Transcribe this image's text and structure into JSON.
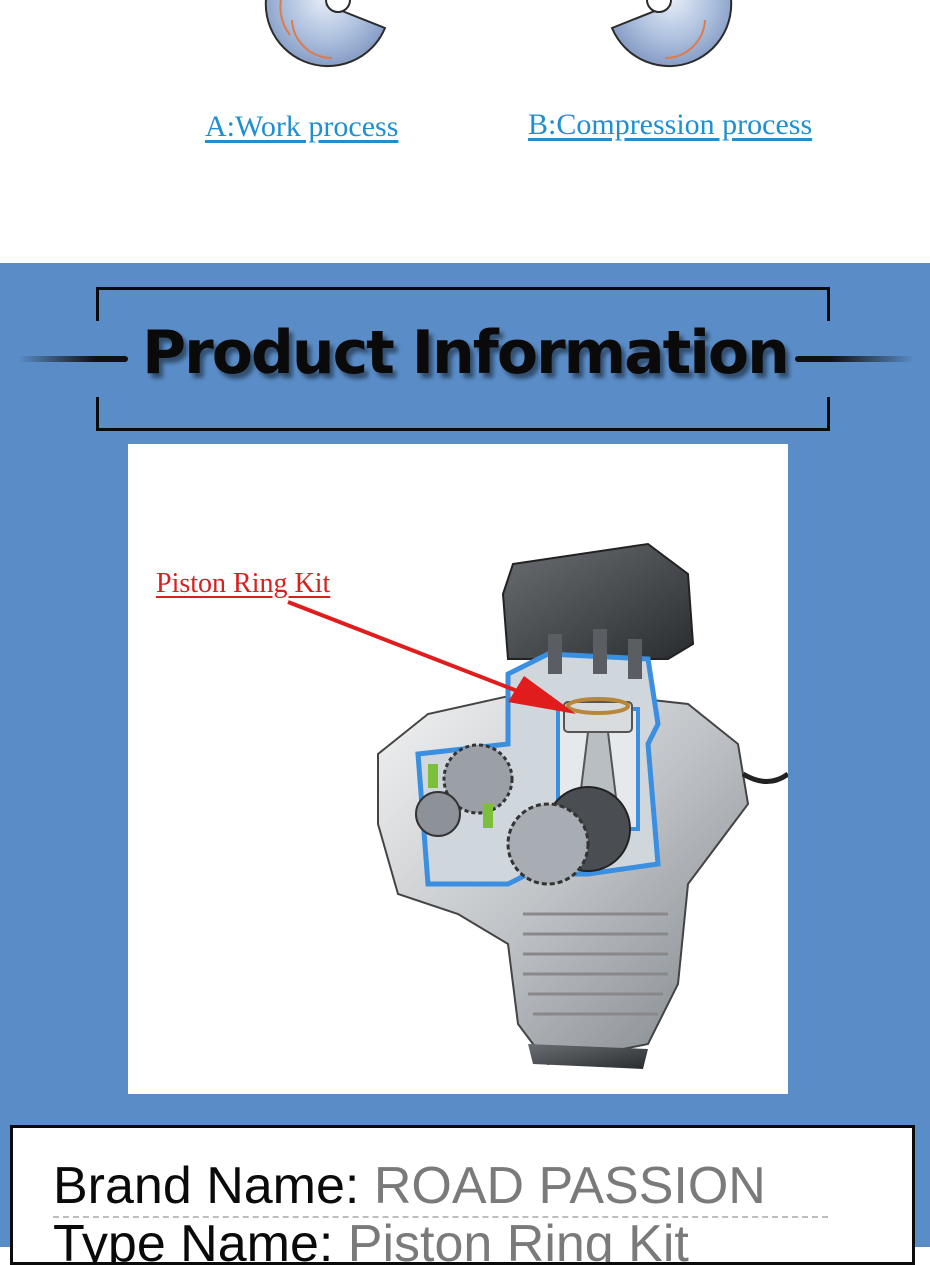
{
  "process": {
    "a_label": "A:Work process",
    "b_label": "B:Compression process"
  },
  "section": {
    "title": "Product Information"
  },
  "photo": {
    "callout": "Piston Ring Kit"
  },
  "info": {
    "brand_label": "Brand Name:",
    "brand_value": "ROAD PASSION",
    "type_label": "Type Name:",
    "type_value": "Piston Ring Kit"
  },
  "colors": {
    "background_blue": "#5a8dc8",
    "caption_blue": "#1f8fd0",
    "callout_red": "#d8201f"
  },
  "icons": [
    "work-process-disc-icon",
    "compression-process-disc-icon",
    "callout-arrow-icon"
  ]
}
